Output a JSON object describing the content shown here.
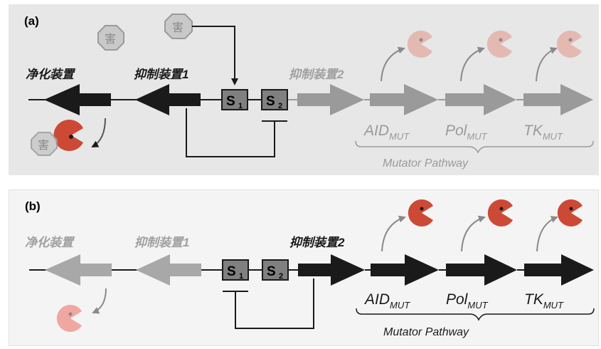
{
  "panel_a": {
    "tag": "(a)",
    "genes": [
      "净化装置",
      "抑制装置1",
      "抑制装置2"
    ],
    "mutators": [
      {
        "name": "AID",
        "sub": "MUT"
      },
      {
        "name": "Pol",
        "sub": "MUT"
      },
      {
        "name": "TK",
        "sub": "MUT"
      }
    ],
    "pathway_label": "Mutator Pathway",
    "harm_char": "害",
    "switches": [
      {
        "s": "S",
        "sub": "1"
      },
      {
        "s": "S",
        "sub": "2"
      }
    ]
  },
  "panel_b": {
    "tag": "(b)",
    "genes": [
      "净化装置",
      "抑制装置1",
      "抑制装置2"
    ],
    "mutators": [
      {
        "name": "AID",
        "sub": "MUT"
      },
      {
        "name": "Pol",
        "sub": "MUT"
      },
      {
        "name": "TK",
        "sub": "MUT"
      }
    ],
    "pathway_label": "Mutator Pathway",
    "switches": [
      {
        "s": "S",
        "sub": "1"
      },
      {
        "s": "S",
        "sub": "2"
      }
    ]
  },
  "colors": {
    "black": "#1a1a1a",
    "gray_arrow": "#9a9a9a",
    "light_arrow": "#a8a8a8",
    "red_pacman": "#cc4a35",
    "pale_pacman": "#e3b9b2",
    "pink_pacman": "#efa7a0"
  }
}
